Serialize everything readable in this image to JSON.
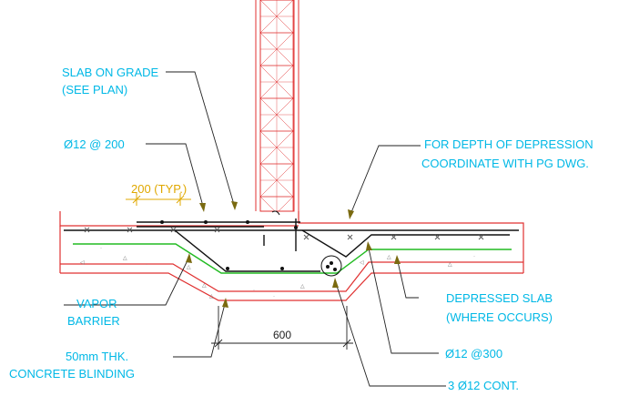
{
  "colors": {
    "label": "#00b8e6",
    "outline": "#e03030",
    "rebar": "#111111",
    "leader": "#222222",
    "vapor_barrier": "#22bb22",
    "typ_dimension": "#e0a800",
    "arrow": "#7a6a10"
  },
  "labels": {
    "slab_on_grade": [
      "SLAB ON GRADE",
      "(SEE PLAN)"
    ],
    "bar_200": "Ø12 @ 200",
    "typ": "200 (TYP.)",
    "depression_note": [
      "FOR DEPTH OF DEPRESSION",
      "COORDINATE WITH PG DWG."
    ],
    "vapor_barrier": [
      "VAPOR",
      "BARRIER"
    ],
    "blinding": [
      "50mm THK.",
      "CONCRETE BLINDING"
    ],
    "depressed_slab": [
      "DEPRESSED SLAB",
      "(WHERE OCCURS)"
    ],
    "bar_300": "Ø12 @300",
    "cont_bars": "3 Ø12 CONT."
  },
  "dimension": {
    "width": "600"
  }
}
